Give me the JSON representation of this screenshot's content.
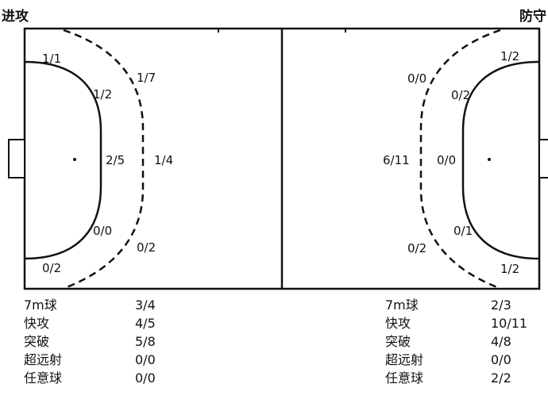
{
  "header": {
    "left": "进攻",
    "right": "防守"
  },
  "court": {
    "left_zones": [
      {
        "id": "wing-top-6m",
        "value": "1/1"
      },
      {
        "id": "far-top",
        "value": "1/7"
      },
      {
        "id": "inner-top",
        "value": "1/2"
      },
      {
        "id": "center-6m",
        "value": "2/5"
      },
      {
        "id": "center-9m",
        "value": "1/4"
      },
      {
        "id": "inner-bottom",
        "value": "0/0"
      },
      {
        "id": "far-bottom",
        "value": "0/2"
      },
      {
        "id": "wing-bottom-6m",
        "value": "0/2"
      }
    ],
    "right_zones": [
      {
        "id": "wing-top-6m",
        "value": "1/2"
      },
      {
        "id": "far-top",
        "value": "0/0"
      },
      {
        "id": "inner-top",
        "value": "0/2"
      },
      {
        "id": "center-9m",
        "value": "6/11"
      },
      {
        "id": "center-6m",
        "value": "0/0"
      },
      {
        "id": "inner-bottom",
        "value": "0/1"
      },
      {
        "id": "far-bottom",
        "value": "0/2"
      },
      {
        "id": "wing-bottom-6m",
        "value": "1/2"
      }
    ]
  },
  "stats_left": [
    {
      "label": "7m球",
      "value": "3/4"
    },
    {
      "label": "快攻",
      "value": "4/5"
    },
    {
      "label": "突破",
      "value": "5/8"
    },
    {
      "label": "超远射",
      "value": "0/0"
    },
    {
      "label": "任意球",
      "value": "0/0"
    }
  ],
  "stats_right": [
    {
      "label": "7m球",
      "value": "2/3"
    },
    {
      "label": "快攻",
      "value": "10/11"
    },
    {
      "label": "突破",
      "value": "4/8"
    },
    {
      "label": "超远射",
      "value": "0/0"
    },
    {
      "label": "任意球",
      "value": "2/2"
    }
  ]
}
